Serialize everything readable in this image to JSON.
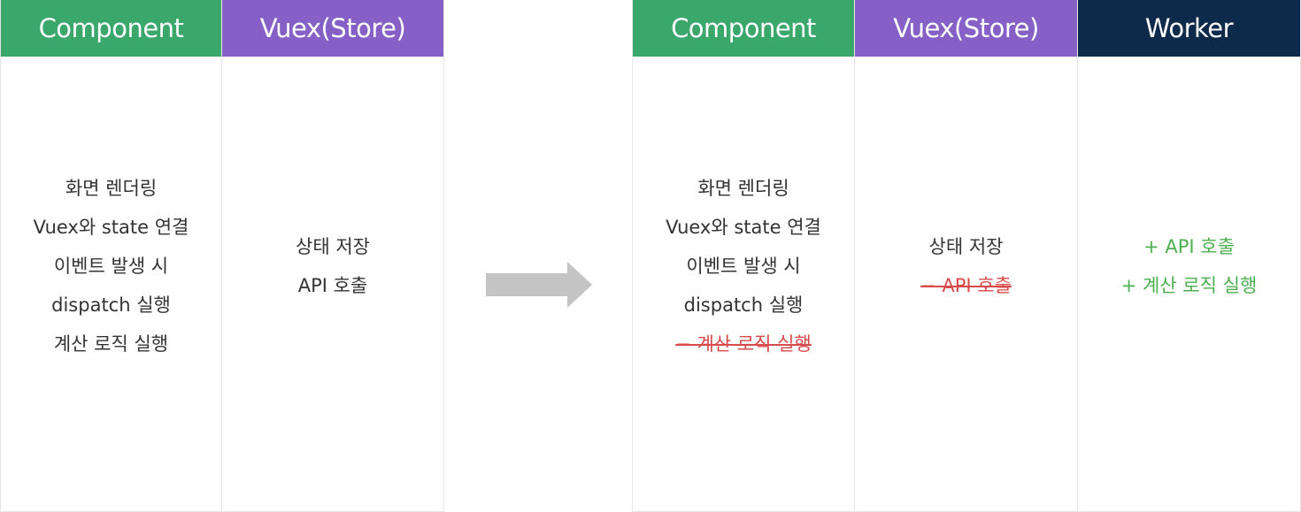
{
  "colors": {
    "component": "#3aa86b",
    "vuex": "#8660c6",
    "worker": "#0e2a4a",
    "text": "#333333",
    "removed": "#d94b4b",
    "added": "#4caf50",
    "arrow": "#c4c4c4"
  },
  "before": {
    "component": {
      "title": "Component",
      "lines": [
        "화면 렌더링",
        "Vuex와 state 연결",
        "이벤트 발생 시",
        "dispatch 실행",
        "계산 로직 실행"
      ]
    },
    "vuex": {
      "title": "Vuex(Store)",
      "lines": [
        "상태 저장",
        "API 호출"
      ]
    }
  },
  "after": {
    "component": {
      "title": "Component",
      "lines": [
        "화면 렌더링",
        "Vuex와 state 연결",
        "이벤트 발생 시",
        "dispatch 실행",
        "− 계산 로직 실행"
      ]
    },
    "vuex": {
      "title": "Vuex(Store)",
      "lines": [
        "상태 저장",
        "− API 호출"
      ]
    },
    "worker": {
      "title": "Worker",
      "lines": [
        "+ API 호출",
        "+ 계산 로직 실행"
      ]
    }
  }
}
